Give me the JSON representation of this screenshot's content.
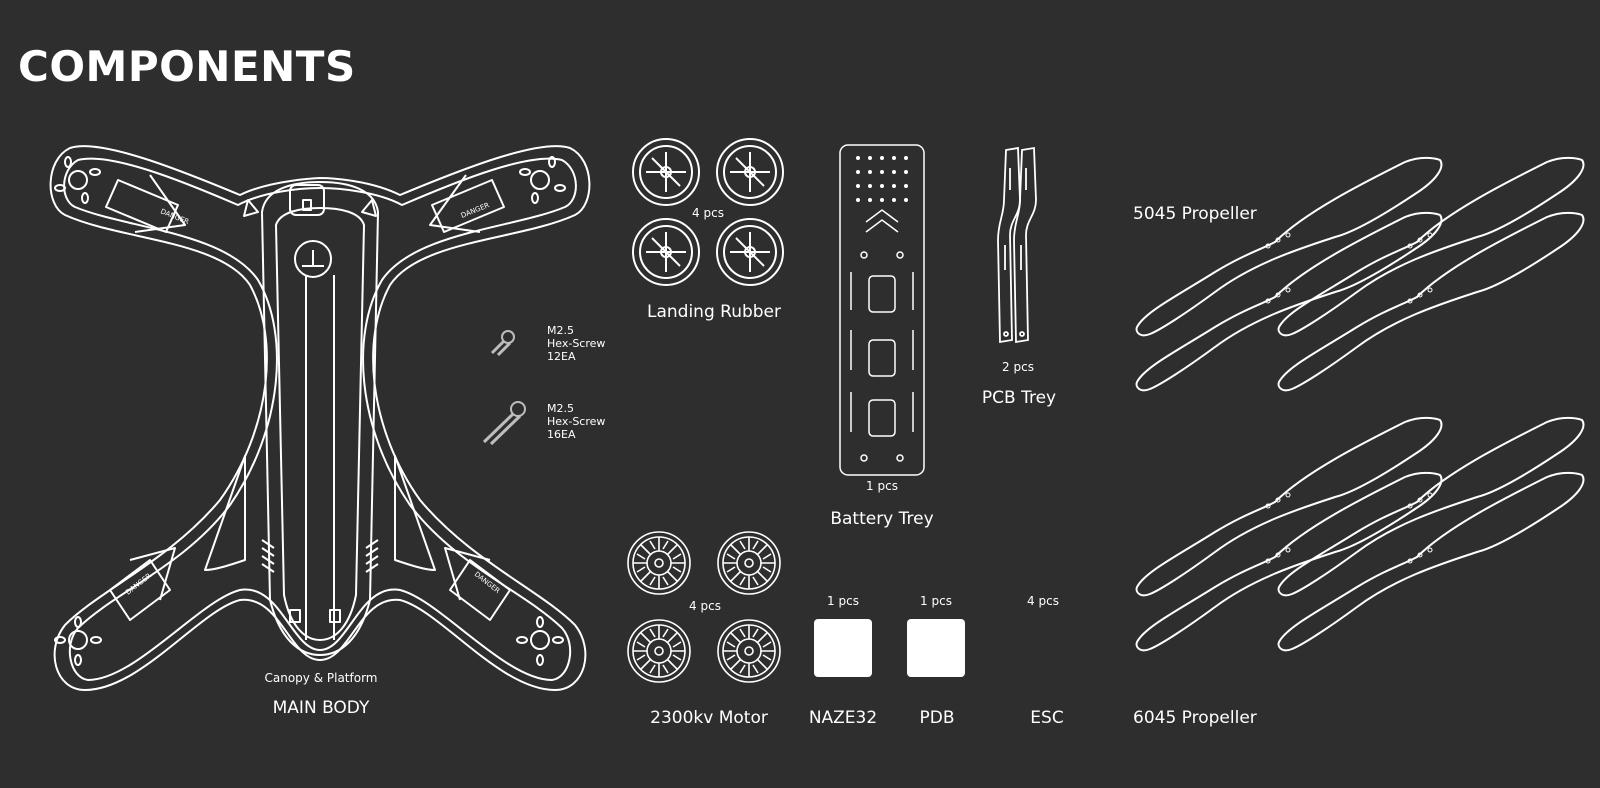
{
  "header": {
    "title": "COMPONENTS"
  },
  "main_body": {
    "sublabel": "Canopy & Platform",
    "label": "MAIN BODY",
    "danger_text": "DANGER"
  },
  "screws": [
    {
      "size": "M2.5",
      "type": "Hex-Screw",
      "count": "12EA"
    },
    {
      "size": "M2.5",
      "type": "Hex-Screw",
      "count": "16EA"
    }
  ],
  "landing_rubber": {
    "qty": "4 pcs",
    "label": "Landing Rubber"
  },
  "battery_trey": {
    "qty": "1 pcs",
    "label": "Battery Trey"
  },
  "pcb_trey": {
    "qty": "2 pcs",
    "label": "PCB Trey"
  },
  "propeller_5045": {
    "label": "5045 Propeller"
  },
  "propeller_6045": {
    "label": "6045 Propeller"
  },
  "motor": {
    "qty": "4 pcs",
    "label": "2300kv Motor"
  },
  "naze32": {
    "qty": "1 pcs",
    "label": "NAZE32"
  },
  "pdb": {
    "qty": "1 pcs",
    "label": "PDB"
  },
  "esc": {
    "qty": "4 pcs",
    "label": "ESC"
  },
  "colors": {
    "background": "#2e2e2e",
    "line": "#ffffff"
  }
}
